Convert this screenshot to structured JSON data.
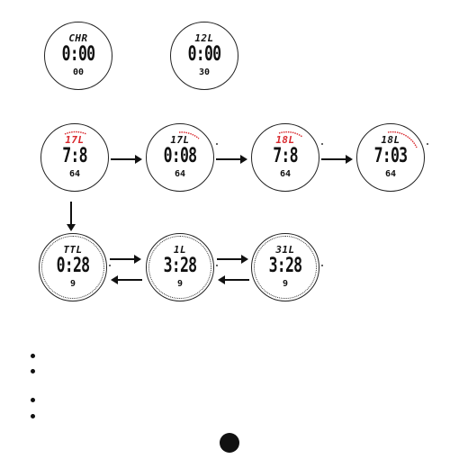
{
  "top_row": [
    {
      "label": "CHR",
      "time": "0:00",
      "sub": "00",
      "red": false
    },
    {
      "label": "12L",
      "time": "0:00",
      "sub": "30",
      "red": false
    }
  ],
  "middle_row": [
    {
      "label": "17L",
      "time": "7:8",
      "sub": "64",
      "red": true
    },
    {
      "label": "17L",
      "time": "0:08",
      "sub": "64",
      "red": false
    },
    {
      "label": "18L",
      "time": "7:8",
      "sub": "64",
      "red": true
    },
    {
      "label": "18L",
      "time": "7:03",
      "sub": "64",
      "red": false
    }
  ],
  "bottom_row": [
    {
      "label": "TTL",
      "time": "0:28",
      "sub": "9",
      "red": false
    },
    {
      "label": "1L",
      "time": "3:28",
      "sub": "9",
      "red": false
    },
    {
      "label": "31L",
      "time": "3:28",
      "sub": "9",
      "red": false
    }
  ],
  "colors": {
    "accent_red": "#d8262b",
    "line": "#222222"
  }
}
